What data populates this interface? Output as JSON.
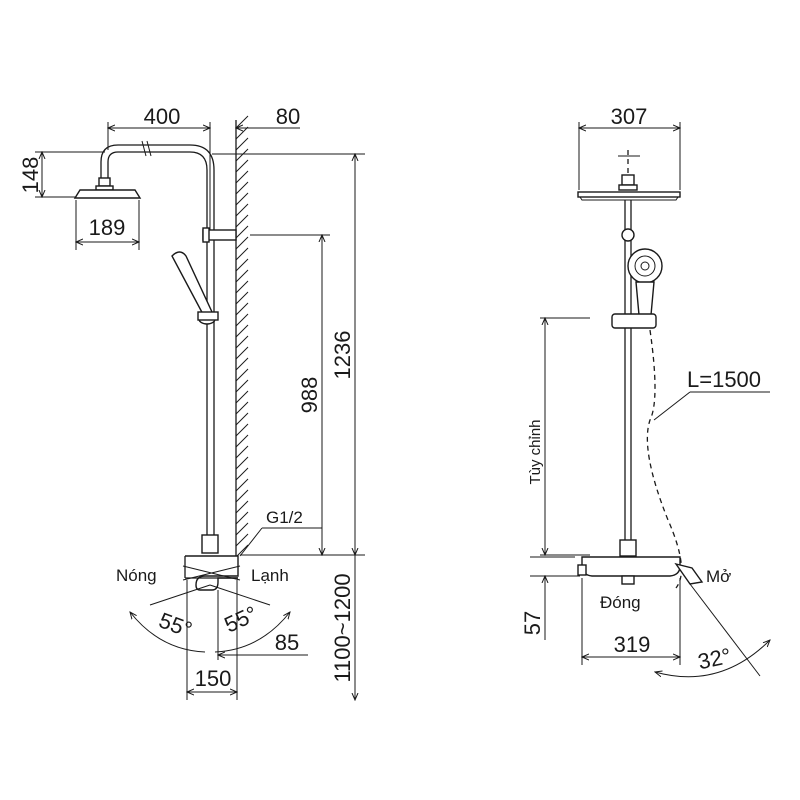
{
  "side_view": {
    "dim_arm_length": "400",
    "dim_wall_offset": "80",
    "dim_head_height": "148",
    "dim_head_diameter": "189",
    "dim_bar_height": "988",
    "dim_total_height": "1236",
    "dim_pipe_thread": "G1/2",
    "label_hot": "Nóng",
    "label_cold": "Lạnh",
    "dim_angle_left": "55°",
    "dim_angle_right": "55°",
    "dim_inlet_spacing": "150",
    "dim_valve_depth": "85",
    "dim_install_height": "1100~1200"
  },
  "front_view": {
    "dim_head_width": "307",
    "dim_hose_length": "L=1500",
    "label_adjustable": "Tùy chỉnh",
    "label_open": "Mở",
    "label_close": "Đóng",
    "dim_valve_height": "57",
    "dim_shelf_width": "319",
    "dim_handle_angle": "32°"
  }
}
